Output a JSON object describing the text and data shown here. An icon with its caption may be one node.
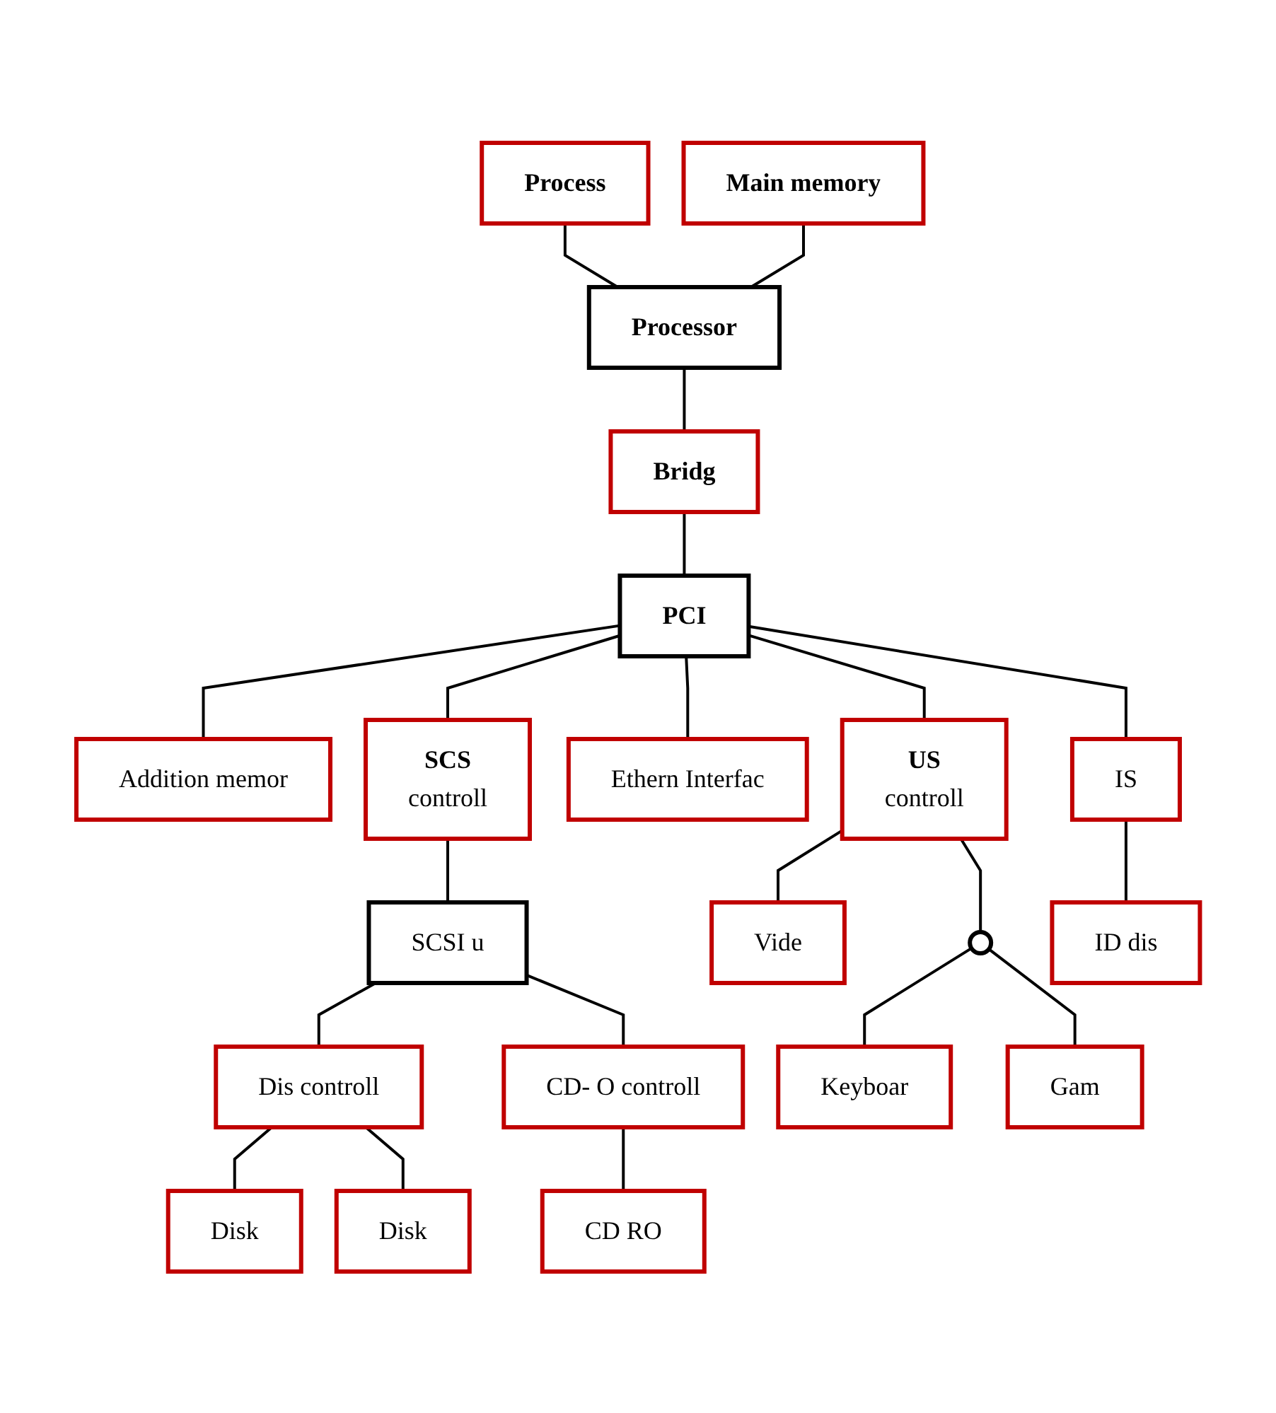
{
  "diagram": {
    "nodes": [
      {
        "text": [
          "Process"
        ]
      },
      {
        "text": [
          "Main memory"
        ]
      },
      {
        "text": [
          "Processor"
        ]
      },
      {
        "text": [
          "Bridg"
        ]
      },
      {
        "text": [
          "PCI"
        ]
      },
      {
        "text": [
          "Addition memor"
        ]
      },
      {
        "text": [
          "SCS",
          "controll"
        ]
      },
      {
        "text": [
          "Ethern Interfac"
        ]
      },
      {
        "text": [
          "US",
          "controll"
        ]
      },
      {
        "text": [
          "IS"
        ]
      },
      {
        "text": [
          "SCSI u"
        ]
      },
      {
        "text": [
          "Vide"
        ]
      },
      {
        "text": [
          "ID dis"
        ]
      },
      {
        "text": [
          "Dis controll"
        ]
      },
      {
        "text": [
          "CD- O controll"
        ]
      },
      {
        "text": [],
        "shape": "circle"
      },
      {
        "text": [
          "Disk"
        ]
      },
      {
        "text": [
          "Disk"
        ]
      },
      {
        "text": [
          "CD RO"
        ]
      },
      {
        "text": [
          "Keyboar"
        ]
      },
      {
        "text": [
          "Gam"
        ]
      }
    ],
    "edges": [
      {
        "from": 0,
        "to": 2,
        "arrow": "none"
      },
      {
        "from": 1,
        "to": 2,
        "arrow": "none"
      },
      {
        "from": 2,
        "to": 3,
        "arrow": "none"
      },
      {
        "from": 3,
        "to": 4,
        "arrow": "none"
      },
      {
        "from": 4,
        "to": 5,
        "arrow": "none"
      },
      {
        "from": 4,
        "to": 6,
        "arrow": "none"
      },
      {
        "from": 4,
        "to": 7,
        "arrow": "none"
      },
      {
        "from": 4,
        "to": 8,
        "arrow": "none"
      },
      {
        "from": 4,
        "to": 9,
        "arrow": "none"
      },
      {
        "from": 6,
        "to": 10,
        "arrow": "none"
      },
      {
        "from": 10,
        "to": 13,
        "arrow": "none"
      },
      {
        "from": 10,
        "to": 14,
        "arrow": "none"
      },
      {
        "from": 8,
        "to": 11,
        "arrow": "none"
      },
      {
        "from": 8,
        "to": 15,
        "arrow": "none"
      },
      {
        "from": 9,
        "to": 12,
        "arrow": "none"
      },
      {
        "from": 13,
        "to": 16,
        "arrow": "none"
      },
      {
        "from": 13,
        "to": 17,
        "arrow": "none"
      },
      {
        "from": 14,
        "to": 18,
        "arrow": "none"
      },
      {
        "from": 15,
        "to": 19,
        "arrow": "none"
      },
      {
        "from": 15,
        "to": 20,
        "arrow": "none"
      }
    ]
  }
}
